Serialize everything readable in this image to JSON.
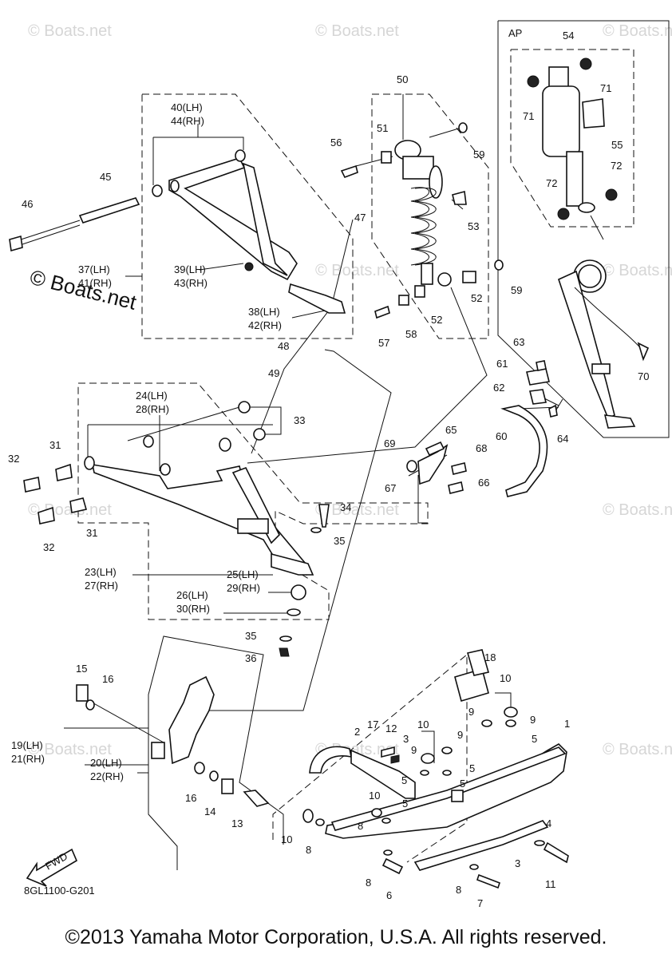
{
  "diagram_code": "8GL1100-G201",
  "copyright": "©2013 Yamaha Motor Corporation, U.S.A. All rights reserved.",
  "watermark_small": "© Boats.net",
  "watermark_large": "© Boats.net",
  "group_label": "AP",
  "fwd_label": "FWD",
  "callouts": {
    "c1": "1",
    "c2": "2",
    "c3a": "3",
    "c3b": "3",
    "c4": "4",
    "c5a": "5",
    "c5b": "5",
    "c5c": "5",
    "c5d": "5",
    "c5e": "5",
    "c6": "6",
    "c7": "7",
    "c8a": "8",
    "c8b": "8",
    "c8c": "8",
    "c8d": "8",
    "c9a": "9",
    "c9b": "9",
    "c9c": "9",
    "c9d": "9",
    "c10a": "10",
    "c10b": "10",
    "c10c": "10",
    "c10d": "10",
    "c11": "11",
    "c12": "12",
    "c13": "13",
    "c14": "14",
    "c15": "15",
    "c16a": "16",
    "c16b": "16",
    "c17": "17",
    "c18": "18",
    "c19": "19(LH)",
    "c21": "21(RH)",
    "c20": "20(LH)",
    "c22": "22(RH)",
    "c23": "23(LH)",
    "c27": "27(RH)",
    "c24": "24(LH)",
    "c28": "28(RH)",
    "c25": "25(LH)",
    "c29": "29(RH)",
    "c26": "26(LH)",
    "c30": "30(RH)",
    "c31a": "31",
    "c31b": "31",
    "c32a": "32",
    "c32b": "32",
    "c33": "33",
    "c34": "34",
    "c35a": "35",
    "c35b": "35",
    "c36": "36",
    "c37": "37(LH)",
    "c41": "41(RH)",
    "c38": "38(LH)",
    "c42": "42(RH)",
    "c39": "39(LH)",
    "c43": "43(RH)",
    "c40": "40(LH)",
    "c44": "44(RH)",
    "c45": "45",
    "c46": "46",
    "c47": "47",
    "c48": "48",
    "c49": "49",
    "c50": "50",
    "c51": "51",
    "c52a": "52",
    "c52b": "52",
    "c53": "53",
    "c54": "54",
    "c55": "55",
    "c56": "56",
    "c57": "57",
    "c58": "58",
    "c59a": "59",
    "c59b": "59",
    "c60": "60",
    "c61": "61",
    "c62": "62",
    "c63": "63",
    "c64": "64",
    "c65": "65",
    "c66": "66",
    "c67": "67",
    "c68": "68",
    "c69": "69",
    "c70": "70",
    "c71a": "71",
    "c71b": "71",
    "c72a": "72",
    "c72b": "72"
  }
}
